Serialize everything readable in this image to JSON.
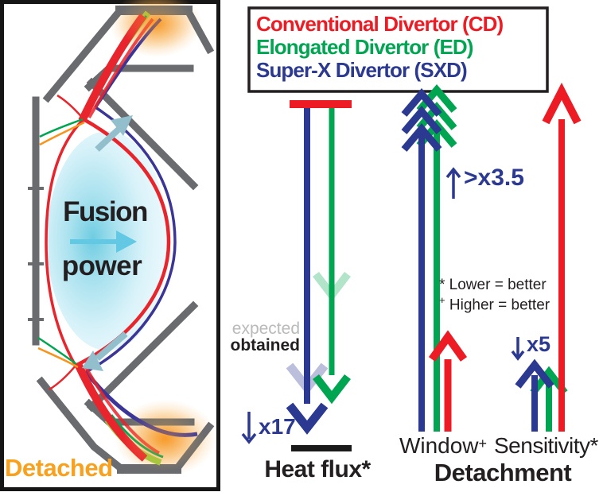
{
  "figure": {
    "left_panel": {
      "fusion_label_line1": "Fusion",
      "fusion_label_line2": "power",
      "detached_label": "Detached"
    },
    "legend": {
      "items": [
        {
          "id": "cd",
          "label": "Conventional Divertor (CD)",
          "color": "#ed1c24"
        },
        {
          "id": "ed",
          "label": "Elongated Divertor (ED)",
          "color": "#00a551"
        },
        {
          "id": "sxd",
          "label": "Super-X Divertor (SXD)",
          "color": "#2b3990"
        }
      ]
    },
    "heat_flux": {
      "title": "Heat flux*",
      "expected_label": "expected",
      "obtained_label": "obtained",
      "reduction_factor": "x17",
      "reduction_direction": "down"
    },
    "detachment": {
      "title": "Detachment",
      "window_label": "Window",
      "window_sup": "+",
      "window_factor": ">x3.5",
      "window_factor_direction": "up",
      "sensitivity_label": "Sensitivity*",
      "sensitivity_factor": "x5",
      "sensitivity_factor_direction": "down",
      "notes_line1": "* Lower = better",
      "notes_line2_sup": "+",
      "notes_line2_text": " Higher = better"
    },
    "colors": {
      "cd_red": "#ed1c24",
      "ed_green": "#00a551",
      "sxd_blue": "#2b3990",
      "vessel_gray": "#696b6e",
      "plasma_cyan": "#6fcce1",
      "glow_orange": "#f7941d",
      "detached_text": "#f9a11c",
      "expected_gray": "#b9babc"
    }
  }
}
